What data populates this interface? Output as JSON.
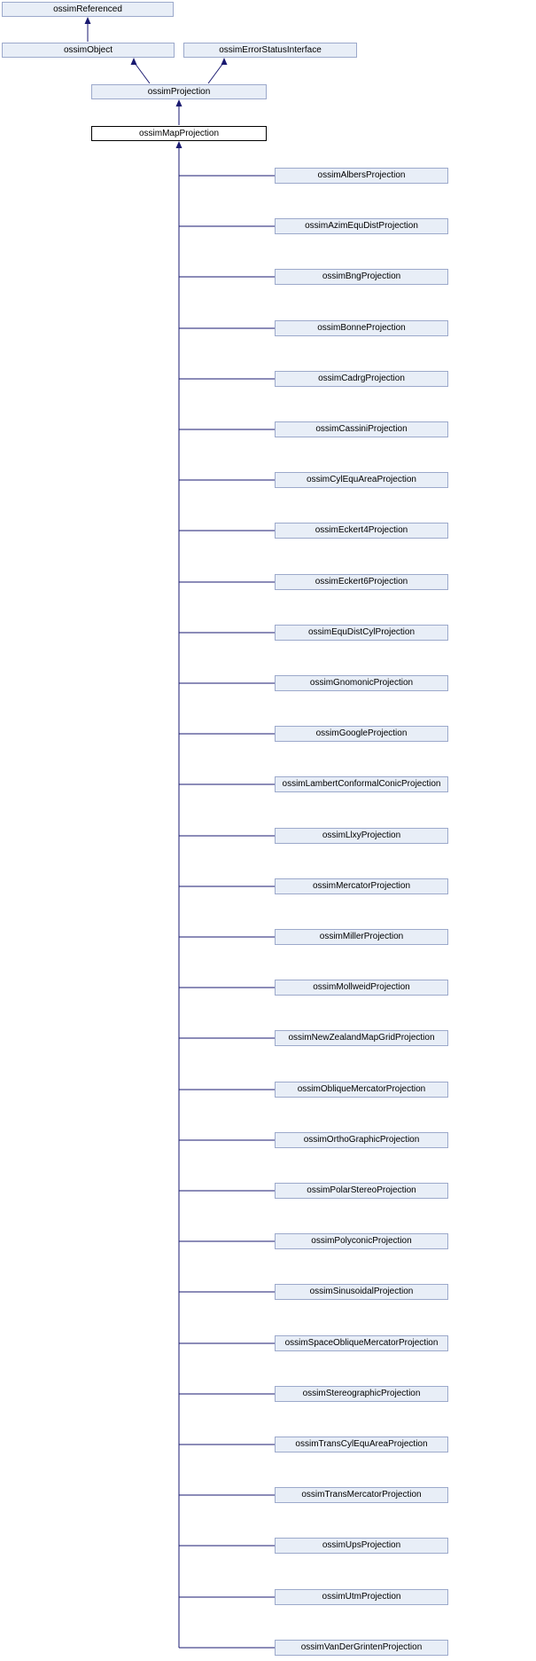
{
  "diagram": {
    "type": "class-inheritance-diagram",
    "base_classes": {
      "root": "ossimReferenced",
      "level2": [
        "ossimObject",
        "ossimErrorStatusInterface"
      ],
      "level3": "ossimProjection"
    },
    "current_class": "ossimMapProjection",
    "derived_classes": [
      "ossimAlbersProjection",
      "ossimAzimEquDistProjection",
      "ossimBngProjection",
      "ossimBonneProjection",
      "ossimCadrgProjection",
      "ossimCassiniProjection",
      "ossimCylEquAreaProjection",
      "ossimEckert4Projection",
      "ossimEckert6Projection",
      "ossimEquDistCylProjection",
      "ossimGnomonicProjection",
      "ossimGoogleProjection",
      "ossimLambertConformalConicProjection",
      "ossimLlxyProjection",
      "ossimMercatorProjection",
      "ossimMillerProjection",
      "ossimMollweidProjection",
      "ossimNewZealandMapGridProjection",
      "ossimObliqueMercatorProjection",
      "ossimOrthoGraphicProjection",
      "ossimPolarStereoProjection",
      "ossimPolyconicProjection",
      "ossimSinusoidalProjection",
      "ossimSpaceObliqueMercatorProjection",
      "ossimStereographicProjection",
      "ossimTransCylEquAreaProjection",
      "ossimTransMercatorProjection",
      "ossimUpsProjection",
      "ossimUtmProjection",
      "ossimVanDerGrintenProjection"
    ],
    "colors": {
      "background": "#FFFFFF",
      "node_fill": "#E8EEF7",
      "node_border": "#9CA9CB",
      "current_node_fill": "#FFFFFF",
      "current_node_border": "#000000",
      "edge": "#191970",
      "text": "#000000"
    }
  }
}
